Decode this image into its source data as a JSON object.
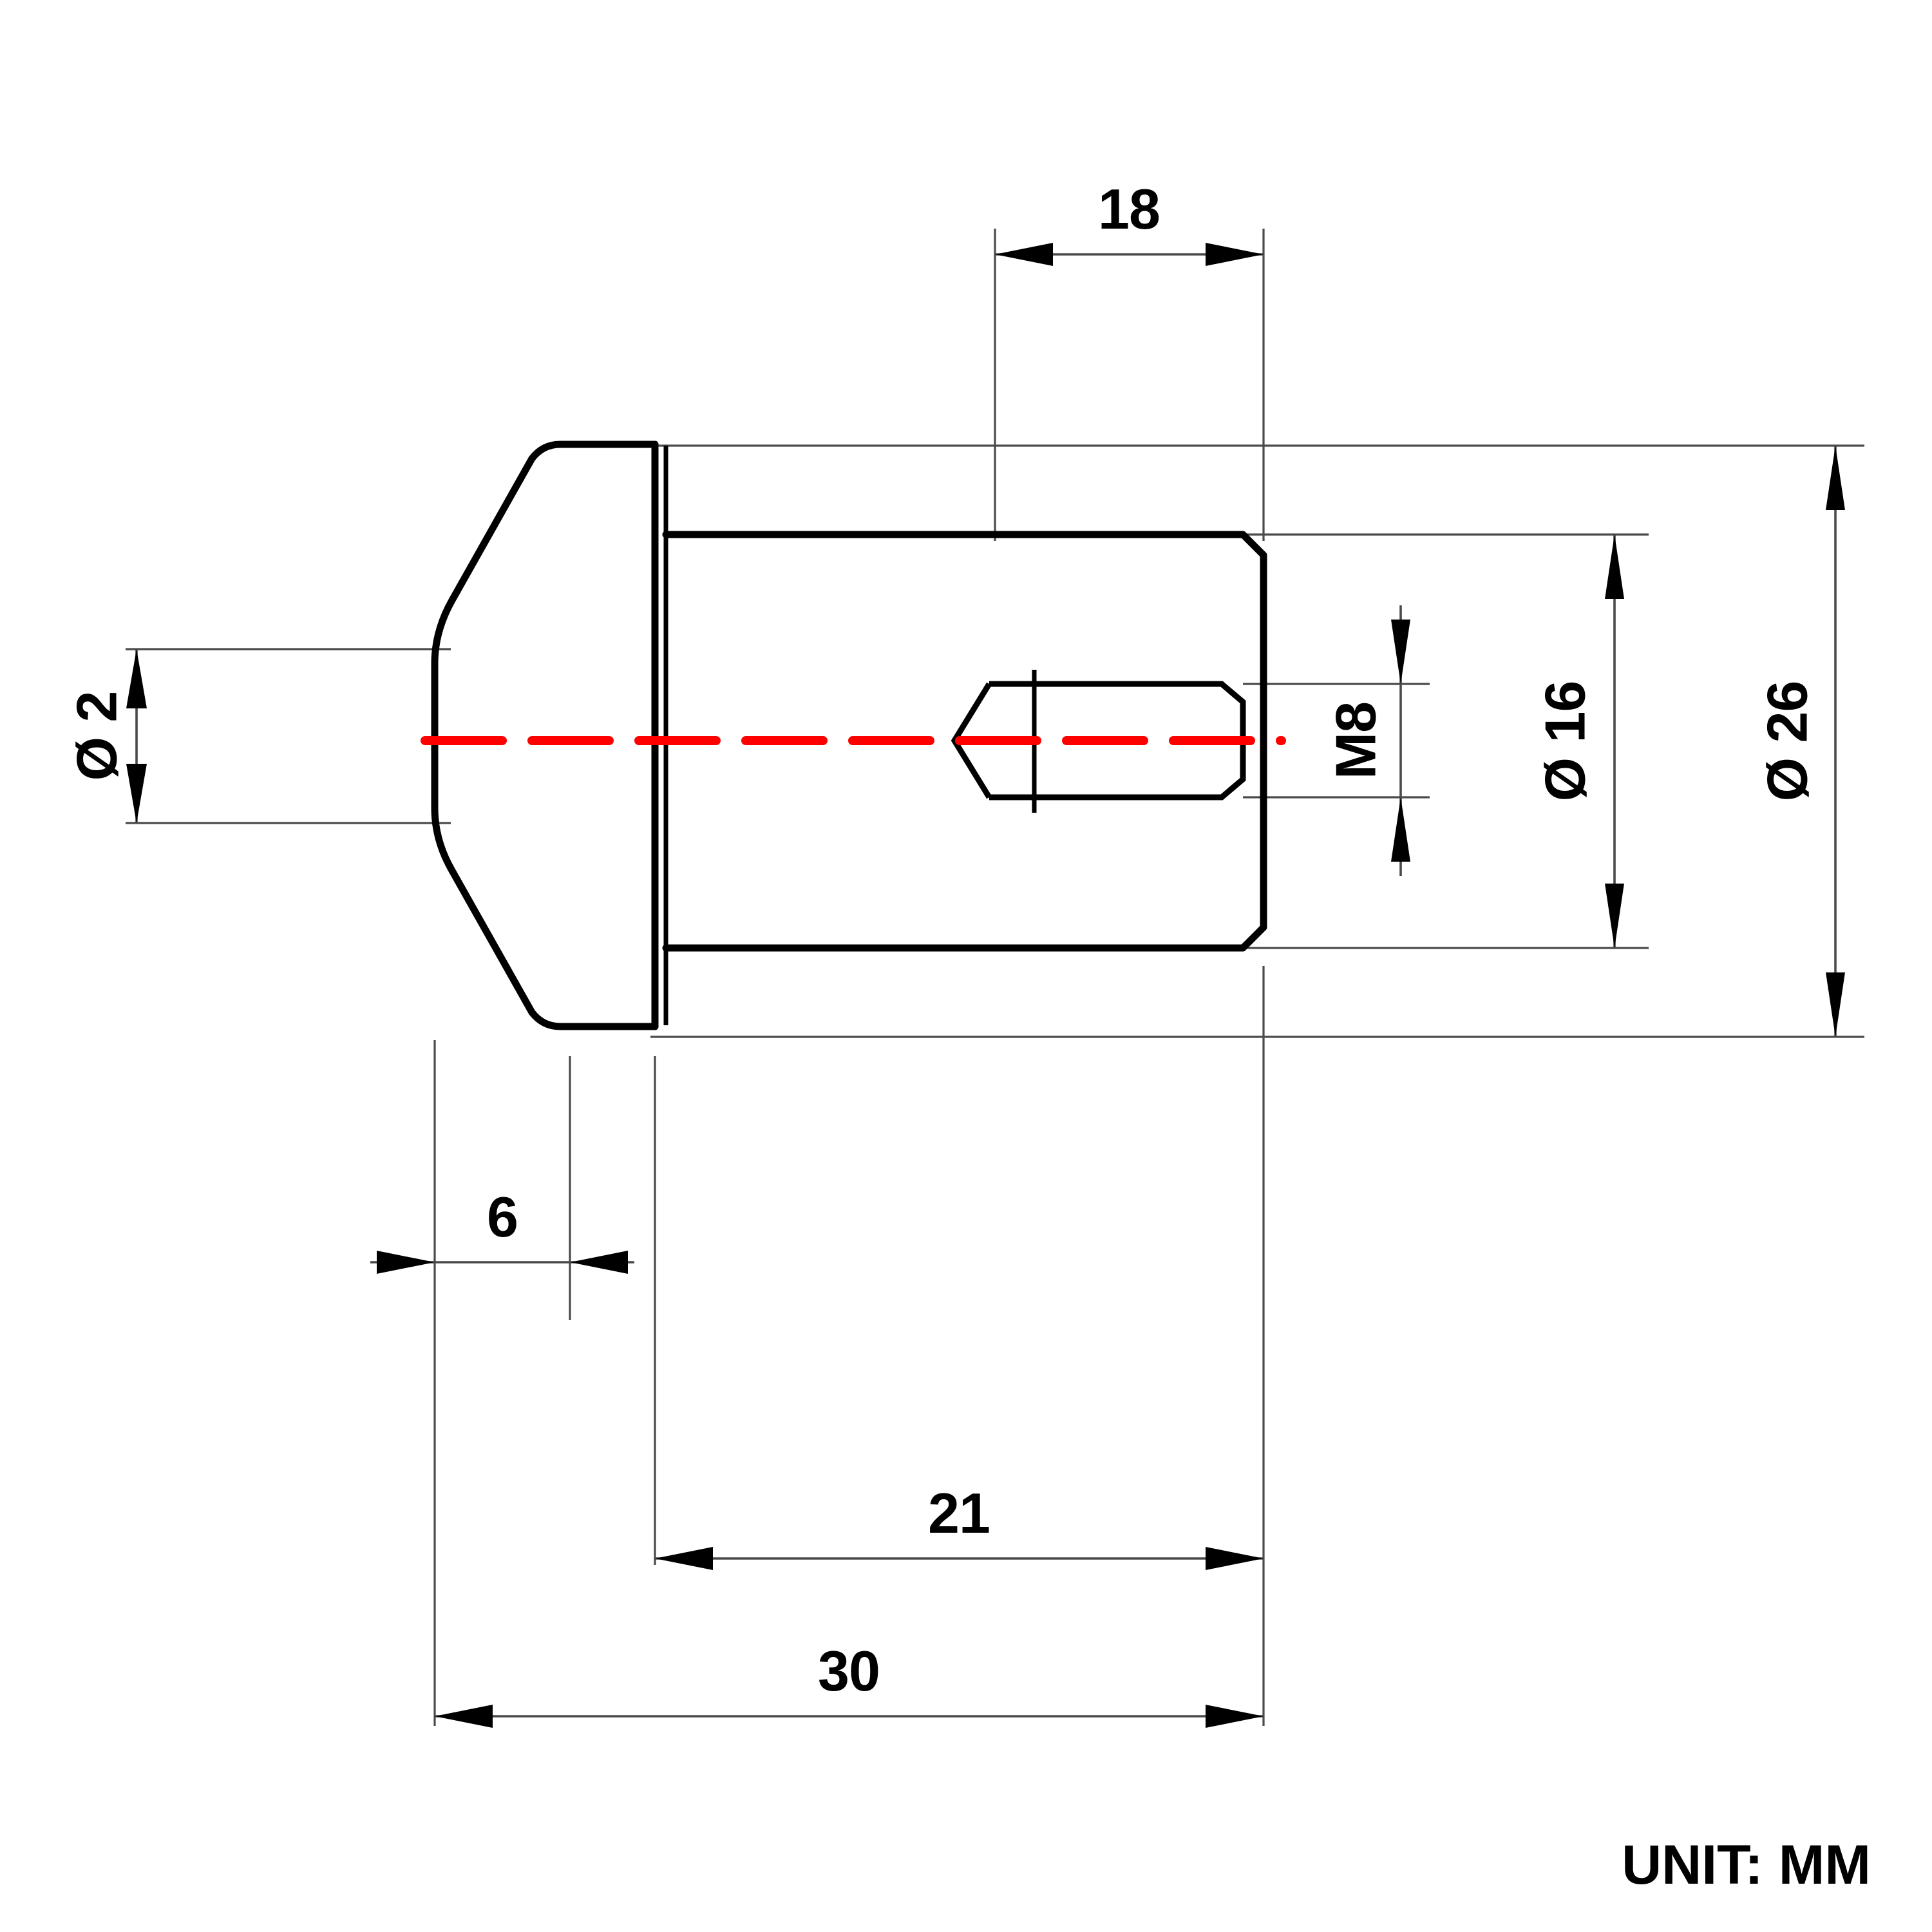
{
  "drawing": {
    "title": "Mushroom head threaded insert stud - cross-section technical drawing",
    "unit_note": "UNIT: MM",
    "stroke_color": "#000000",
    "centerline_color": "#ff0000",
    "dimension_color": "#4a4a4a",
    "background": "#ffffff"
  },
  "dimensions": {
    "thread_length": {
      "label": "18",
      "value": 18,
      "orientation": "horizontal",
      "position": "top"
    },
    "tip_diameter": {
      "label": "Ø 2",
      "value": 2,
      "orientation": "vertical",
      "position": "left"
    },
    "thread_spec": {
      "label": "M8",
      "value": 8,
      "orientation": "vertical",
      "position": "right-inner"
    },
    "body_diameter": {
      "label": "Ø 16",
      "value": 16,
      "orientation": "vertical",
      "position": "right-middle"
    },
    "head_diameter": {
      "label": "Ø 26",
      "value": 26,
      "orientation": "vertical",
      "position": "right-outer"
    },
    "head_thickness": {
      "label": "6",
      "value": 6,
      "orientation": "horizontal",
      "position": "bottom-left"
    },
    "body_length": {
      "label": "21",
      "value": 21,
      "orientation": "horizontal",
      "position": "bottom-middle"
    },
    "overall_length": {
      "label": "30",
      "value": 30,
      "orientation": "horizontal",
      "position": "bottom"
    }
  },
  "chart_data": {
    "type": "table",
    "title": "Mushroom head threaded insert stud",
    "units": "mm",
    "categories": [
      "Ø 2",
      "6",
      "18",
      "21",
      "30",
      "M8",
      "Ø 16",
      "Ø 26"
    ],
    "values": [
      2,
      6,
      18,
      21,
      30,
      8,
      16,
      26
    ],
    "annotations": [
      {
        "name": "tip-diameter",
        "label": "Ø 2",
        "value": 2,
        "unit": "mm",
        "kind": "diameter"
      },
      {
        "name": "head-thickness",
        "label": "6",
        "value": 6,
        "unit": "mm",
        "kind": "length"
      },
      {
        "name": "thread-length",
        "label": "18",
        "value": 18,
        "unit": "mm",
        "kind": "length"
      },
      {
        "name": "body-length",
        "label": "21",
        "value": 21,
        "unit": "mm",
        "kind": "length"
      },
      {
        "name": "overall-length",
        "label": "30",
        "value": 30,
        "unit": "mm",
        "kind": "length"
      },
      {
        "name": "thread-spec",
        "label": "M8",
        "value": 8,
        "unit": "mm",
        "kind": "metric-thread"
      },
      {
        "name": "body-diameter",
        "label": "Ø 16",
        "value": 16,
        "unit": "mm",
        "kind": "diameter"
      },
      {
        "name": "head-diameter",
        "label": "Ø 26",
        "value": 26,
        "unit": "mm",
        "kind": "diameter"
      }
    ],
    "xlabel": "",
    "ylabel": "",
    "legend": []
  }
}
